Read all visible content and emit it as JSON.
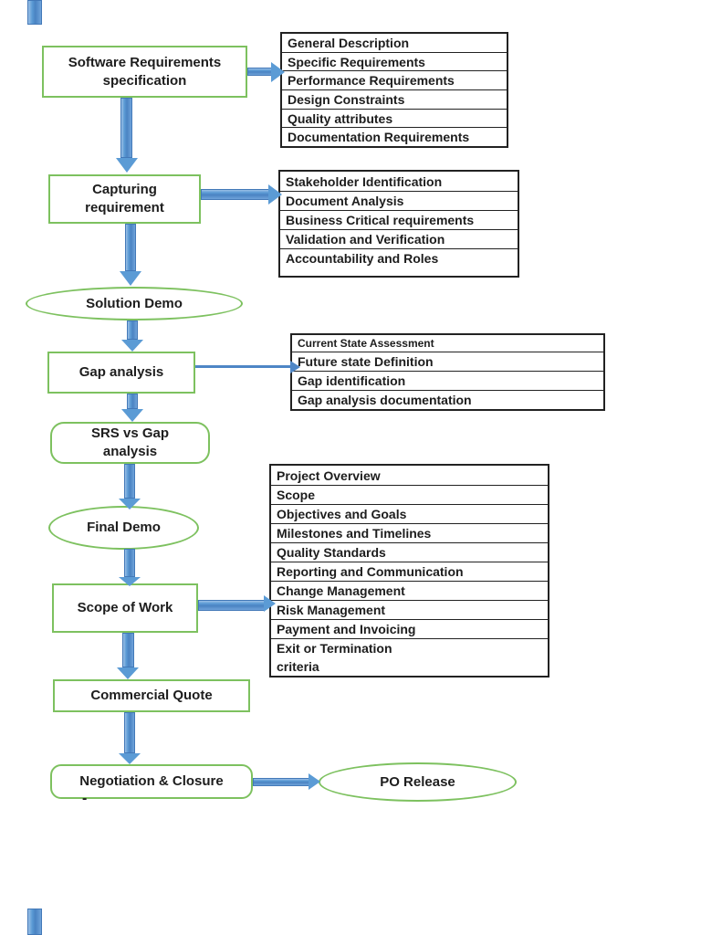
{
  "colors": {
    "shape_border_green": "#7dc15f",
    "arrow_blue": "#5b9bd5",
    "arrow_outline_blue": "#4379b8",
    "thin_arrow_blue": "#4e86c6",
    "table_border": "#222222",
    "text": "#1d1d1d",
    "background": "#ffffff"
  },
  "nodes": {
    "srs": "Software Requirements specification",
    "capturing": "Capturing requirement",
    "solution_demo": "Solution Demo",
    "gap_analysis": "Gap analysis",
    "srs_vs_gap": "SRS vs Gap analysis",
    "final_demo": "Final Demo",
    "scope_of_work": "Scope of Work",
    "commercial_quote": "Commercial Quote",
    "negotiation": "Negotiation & Closure",
    "po_release": "PO Release",
    "stray_dash": "-"
  },
  "lists": {
    "srs_details": {
      "items": [
        "General Description",
        "Specific Requirements",
        "Performance Requirements",
        "Design Constraints",
        "Quality attributes",
        "Documentation Requirements"
      ]
    },
    "capturing_details": {
      "items": [
        "Stakeholder Identification",
        "Document Analysis",
        "Business Critical requirements",
        "Validation and Verification",
        "Accountability and Roles"
      ]
    },
    "gap_details": {
      "items": [
        "Current State Assessment",
        "Future state Definition",
        "Gap identification",
        "Gap analysis documentation"
      ]
    },
    "sow_details": {
      "items": [
        "Project Overview",
        "Scope",
        "Objectives and Goals",
        "Milestones and Timelines",
        "Quality Standards",
        "Reporting and Communication",
        "Change Management",
        "Risk Management",
        "Payment and Invoicing",
        "Exit or Termination criteria"
      ]
    }
  }
}
